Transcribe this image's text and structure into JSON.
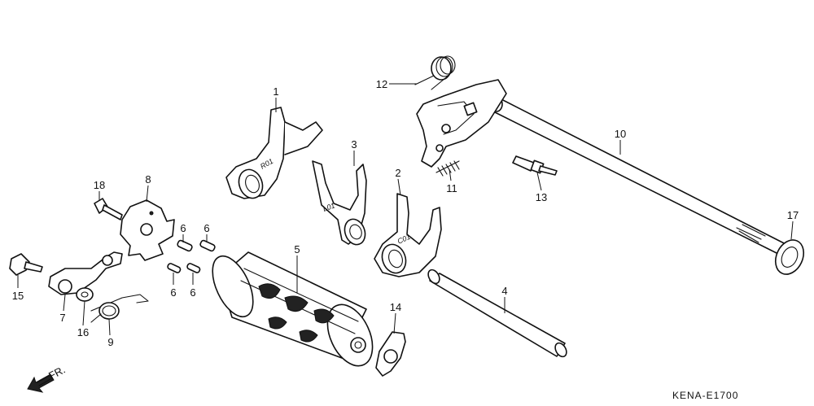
{
  "diagram_code": "KENA-E1700",
  "direction_label": "FR.",
  "callouts": [
    {
      "id": "c1",
      "label": "1"
    },
    {
      "id": "c2",
      "label": "2"
    },
    {
      "id": "c3",
      "label": "3"
    },
    {
      "id": "c4",
      "label": "4"
    },
    {
      "id": "c5",
      "label": "5"
    },
    {
      "id": "c6a",
      "label": "6"
    },
    {
      "id": "c6b",
      "label": "6"
    },
    {
      "id": "c6c",
      "label": "6"
    },
    {
      "id": "c6d",
      "label": "6"
    },
    {
      "id": "c7",
      "label": "7"
    },
    {
      "id": "c8",
      "label": "8"
    },
    {
      "id": "c9",
      "label": "9"
    },
    {
      "id": "c10",
      "label": "10"
    },
    {
      "id": "c11",
      "label": "11"
    },
    {
      "id": "c12",
      "label": "12"
    },
    {
      "id": "c13",
      "label": "13"
    },
    {
      "id": "c14",
      "label": "14"
    },
    {
      "id": "c15",
      "label": "15"
    },
    {
      "id": "c16",
      "label": "16"
    },
    {
      "id": "c17",
      "label": "17"
    },
    {
      "id": "c18",
      "label": "18"
    }
  ],
  "fork_stamps": {
    "fork1": "R01",
    "fork3": "L01",
    "fork2": "C01"
  }
}
